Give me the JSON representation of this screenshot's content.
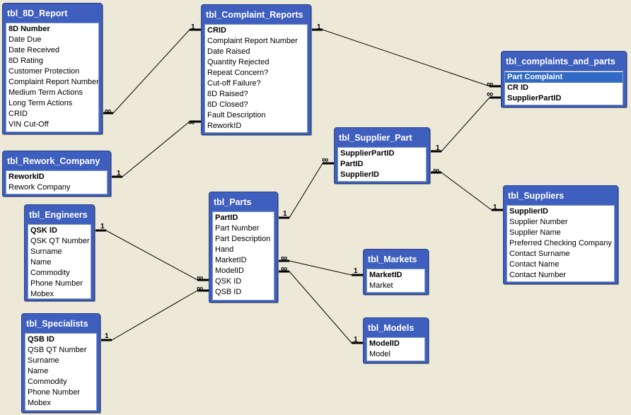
{
  "tables": [
    {
      "id": "t8d",
      "title": "tbl_8D_Report",
      "fields": [
        {
          "label": "8D Number",
          "key": true
        },
        {
          "label": "Date Due"
        },
        {
          "label": "Date Received"
        },
        {
          "label": "8D Rating"
        },
        {
          "label": "Customer Protection"
        },
        {
          "label": "Complaint Report Number"
        },
        {
          "label": "Medium Term Actions"
        },
        {
          "label": "Long Term Actions"
        },
        {
          "label": "CRID"
        },
        {
          "label": "VIN Cut-Off"
        }
      ]
    },
    {
      "id": "tcr",
      "title": "tbl_Complaint_Reports",
      "fields": [
        {
          "label": "CRID",
          "key": true
        },
        {
          "label": "Complaint Report Number"
        },
        {
          "label": "Date Raised"
        },
        {
          "label": "Quantity Rejected"
        },
        {
          "label": "Repeat Concern?"
        },
        {
          "label": "Cut-off Failure?"
        },
        {
          "label": "8D Raised?"
        },
        {
          "label": "8D Closed?"
        },
        {
          "label": "Fault Description"
        },
        {
          "label": "ReworkID"
        }
      ]
    },
    {
      "id": "tcp",
      "title": "tbl_complaints_and_parts",
      "fields": [
        {
          "label": "Part Complaint",
          "key": true,
          "selected": true
        },
        {
          "label": "CR ID",
          "key": true
        },
        {
          "label": "SupplierPartID",
          "key": true
        }
      ]
    },
    {
      "id": "trc",
      "title": "tbl_Rework_Company",
      "fields": [
        {
          "label": "ReworkID",
          "key": true
        },
        {
          "label": "Rework Company"
        }
      ]
    },
    {
      "id": "tsp",
      "title": "tbl_Supplier_Part",
      "fields": [
        {
          "label": "SupplierPartID",
          "key": true
        },
        {
          "label": "PartID",
          "key": true
        },
        {
          "label": "SupplierID",
          "key": true
        }
      ]
    },
    {
      "id": "teng",
      "title": "tbl_Engineers",
      "fields": [
        {
          "label": "QSK ID",
          "key": true
        },
        {
          "label": "QSK QT Number"
        },
        {
          "label": "Surname"
        },
        {
          "label": "Name"
        },
        {
          "label": "Commodity"
        },
        {
          "label": "Phone Number"
        },
        {
          "label": "Mobex"
        }
      ]
    },
    {
      "id": "tpar",
      "title": "tbl_Parts",
      "fields": [
        {
          "label": "PartID",
          "key": true
        },
        {
          "label": "Part Number"
        },
        {
          "label": "Part Description"
        },
        {
          "label": "Hand"
        },
        {
          "label": "MarketID"
        },
        {
          "label": "ModelID"
        },
        {
          "label": "QSK ID"
        },
        {
          "label": "QSB ID"
        }
      ]
    },
    {
      "id": "tsup",
      "title": "tbl_Suppliers",
      "fields": [
        {
          "label": "SupplierID",
          "key": true
        },
        {
          "label": "Supplier Number"
        },
        {
          "label": "Supplier Name"
        },
        {
          "label": "Preferred Checking Company"
        },
        {
          "label": "Contact Surname"
        },
        {
          "label": "Contact Name"
        },
        {
          "label": "Contact Number"
        }
      ]
    },
    {
      "id": "tmkt",
      "title": "tbl_Markets",
      "fields": [
        {
          "label": "MarketID",
          "key": true
        },
        {
          "label": "Market"
        }
      ]
    },
    {
      "id": "tspc",
      "title": "tbl_Specialists",
      "fields": [
        {
          "label": "QSB ID",
          "key": true
        },
        {
          "label": "QSB QT Number"
        },
        {
          "label": "Surname"
        },
        {
          "label": "Name"
        },
        {
          "label": "Commodity"
        },
        {
          "label": "Phone Number"
        },
        {
          "label": "Mobex"
        }
      ]
    },
    {
      "id": "tmod",
      "title": "tbl_Models",
      "fields": [
        {
          "label": "ModelID",
          "key": true
        },
        {
          "label": "Model"
        }
      ]
    }
  ],
  "relationships": [
    {
      "id": "r1",
      "one_end": "1",
      "many_end": "∞"
    },
    {
      "id": "r2",
      "one_end": "1",
      "many_end": "∞"
    },
    {
      "id": "r3",
      "one_end": "1",
      "many_end": "∞"
    },
    {
      "id": "r4",
      "one_end": "1",
      "many_end": "∞"
    },
    {
      "id": "r5",
      "one_end": "1",
      "many_end": "∞"
    },
    {
      "id": "r6",
      "one_end": "1",
      "many_end": "∞"
    },
    {
      "id": "r7",
      "one_end": "1",
      "many_end": "∞"
    },
    {
      "id": "r8",
      "one_end": "1",
      "many_end": "∞"
    },
    {
      "id": "r9",
      "one_end": "1",
      "many_end": "∞"
    },
    {
      "id": "r10",
      "one_end": "1",
      "many_end": "∞"
    }
  ],
  "colors": {
    "canvas": "#ece9d8",
    "title_bar": "#3f5fbf",
    "selection": "#316ac5",
    "line": "#000000"
  }
}
